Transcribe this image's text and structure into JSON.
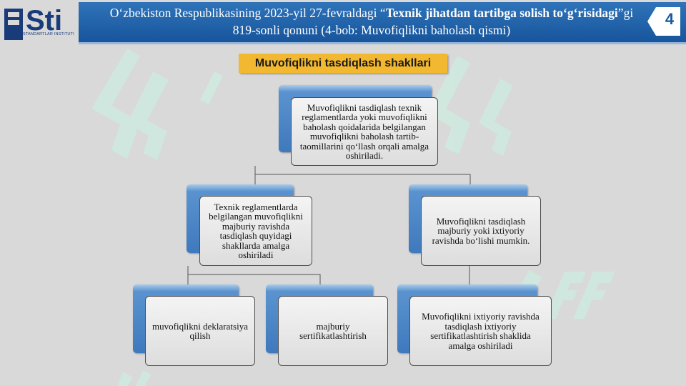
{
  "header": {
    "logo": {
      "mark": "Sti",
      "sub": "STANDARTLAR INSTITUTI"
    },
    "title_part1": "O‘zbekiston Respublikasining 2023-yil 27-fevraldagi “",
    "title_bold1": "Texnik jihatdan tartibga solish to‘g‘risidagi",
    "title_part2": "”gi 819-sonli qonuni (4-bob: Muvofiqlikni baholash qismi)",
    "page_number": "4"
  },
  "subtitle": "Muvofiqlikni tasdiqlash shakllari",
  "chart": {
    "root": "Muvofiqlikni tasdiqlash texnik reglamentlarda yoki muvofiqlikni baholash qoidalarida belgilangan muvofiqlikni baholash tartib-taomillarini qo‘llash orqali amalga oshiriladi.",
    "left": "Texnik reglamentlarda belgilangan muvofiqlikni majburiy ravishda tasdiqlash quyidagi shakllarda amalga oshiriladi",
    "right": "Muvofiqlikni tasdiqlash majburiy yoki ixtiyoriy ravishda bo‘lishi mumkin.",
    "left_child_1": "muvofiqlikni deklaratsiya qilish",
    "left_child_2": "majburiy sertifikatlashtirish",
    "right_child": "Muvofiqlikni ixtiyoriy ravishda tasdiqlash ixtiyoriy sertifikatlashtirish shaklida amalga oshiriladi"
  },
  "colors": {
    "banner": "#1f63ab",
    "subtitle_bg": "#f2b830",
    "box_accent": "#3f79bd",
    "watermark": "#cfe9df"
  }
}
